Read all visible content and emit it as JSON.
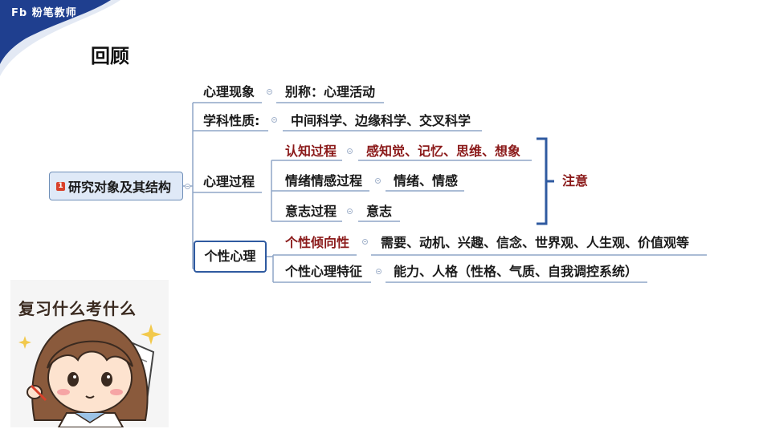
{
  "logo": {
    "text": "粉笔教师",
    "mark": "Fb"
  },
  "page_title": "回顾",
  "mindmap": {
    "root": {
      "badge": "1",
      "label": "研究对象及其结构"
    },
    "branches": {
      "phenomenon": {
        "label": "心理现象",
        "child": "别称：心理活动"
      },
      "nature": {
        "label": "学科性质:",
        "child": "中间科学、边缘科学、交叉科学"
      },
      "process": {
        "label": "心理过程",
        "cognition": {
          "label": "认知过程",
          "child": "感知觉、记忆、思维、想象"
        },
        "emotion": {
          "label": "情绪情感过程",
          "child": "情绪、情感"
        },
        "will": {
          "label": "意志过程",
          "child": "意志"
        },
        "bracket_note": "注意"
      },
      "personality": {
        "label": "个性心理",
        "tendency": {
          "label": "个性倾向性",
          "child": "需要、动机、兴趣、信念、世界观、人生观、价值观等"
        },
        "traits": {
          "label": "个性心理特征",
          "child": "能力、人格（性格、气质、自我调控系统）"
        }
      }
    }
  },
  "sticker": {
    "text": "复习什么考什么"
  },
  "colors": {
    "logo_blue": "#1f3f8f",
    "underline": "#8fa6c7",
    "bracket": "#2f5aa0",
    "highlight_red": "#8b1a1a"
  }
}
